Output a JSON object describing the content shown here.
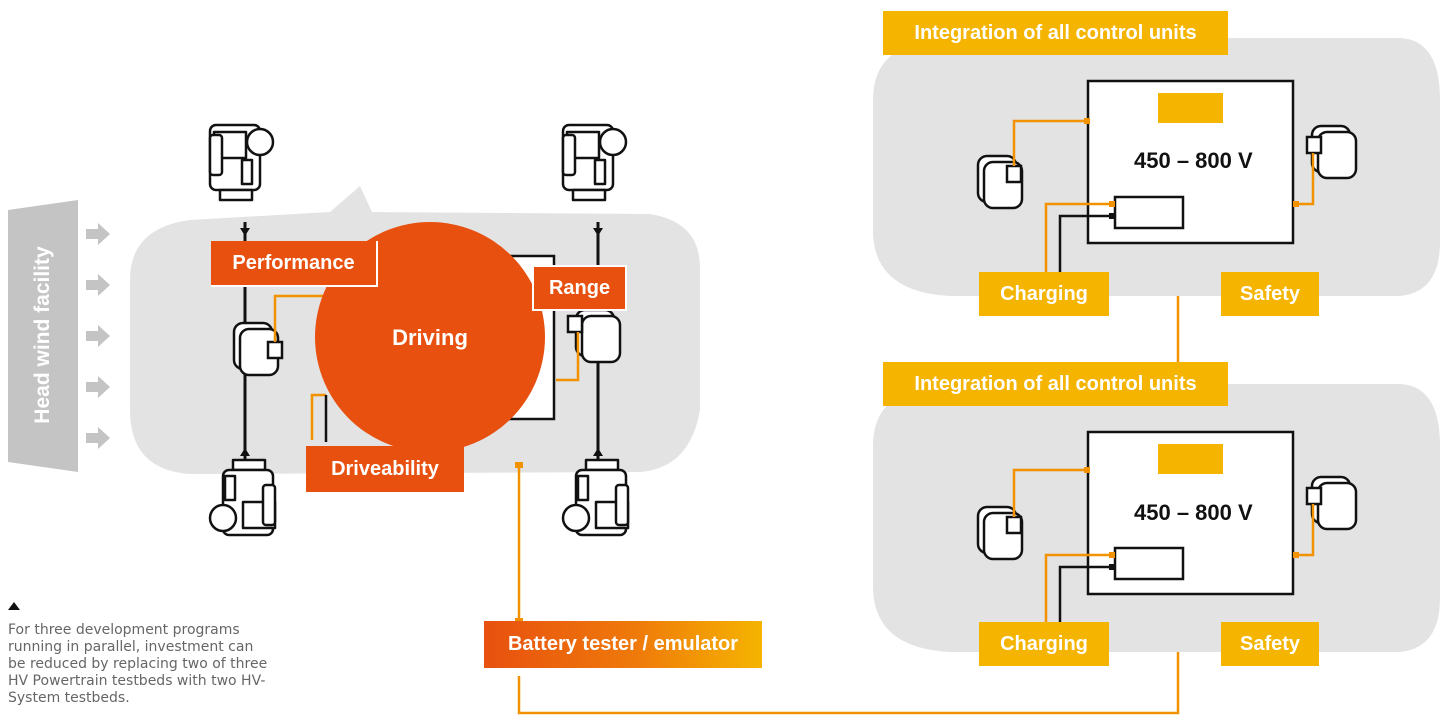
{
  "diagram": {
    "head_wind_label": "Head wind facility",
    "center_circle_label": "Driving",
    "focus_labels": {
      "performance": "Performance",
      "range": "Range",
      "driveability": "Driveability"
    },
    "battery_label": "Battery tester / emulator",
    "systems": [
      {
        "header": "Integration of all control units",
        "voltage": "450 – 800 V",
        "charging": "Charging",
        "safety": "Safety"
      },
      {
        "header": "Integration of all control units",
        "voltage": "450 – 800 V",
        "charging": "Charging",
        "safety": "Safety"
      }
    ],
    "colors": {
      "orange": "#e8500f",
      "yellow": "#f5b400",
      "line_orange": "#f39200",
      "car_gray": "#e3e3e3",
      "facility_gray": "#c4c4c4"
    }
  },
  "caption": "For three development programs running in parallel, investment can be reduced by replacing two of three HV Powertrain testbeds with two HV-System testbeds."
}
